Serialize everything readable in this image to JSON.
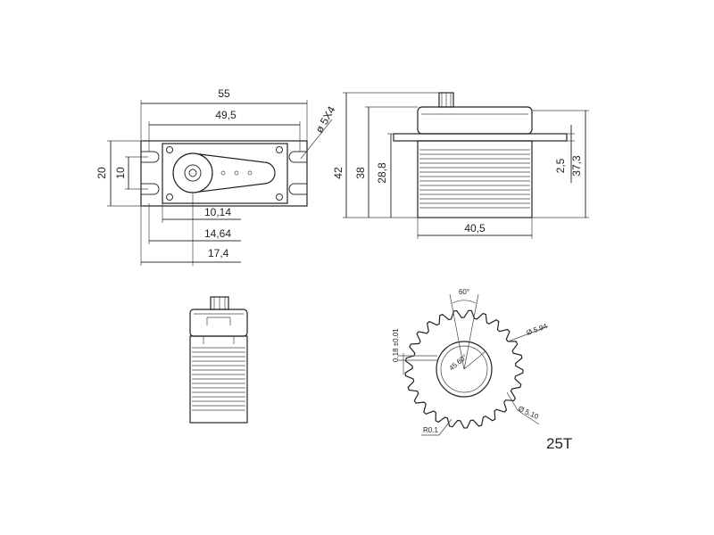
{
  "top_view": {
    "dim_55": "55",
    "dim_49_5": "49,5",
    "dim_hole": "ø 5X4",
    "dim_20": "20",
    "dim_10": "10",
    "dim_10_14": "10,14",
    "dim_14_64": "14,64",
    "dim_17_4": "17,4"
  },
  "side_view": {
    "dim_42": "42",
    "dim_38": "38",
    "dim_28_8": "28,8",
    "dim_2_5": "2,5",
    "dim_37_3": "37,3",
    "dim_40_5": "40,5"
  },
  "gear_view": {
    "angle_top": "60°",
    "tooth_dim": "0.18 ±0.01",
    "inner_angle": "45.60°",
    "outer_dia": "Ø 5.94",
    "root_dia": "Ø 5.10",
    "radius": "R0.1",
    "teeth_label": "25T"
  }
}
